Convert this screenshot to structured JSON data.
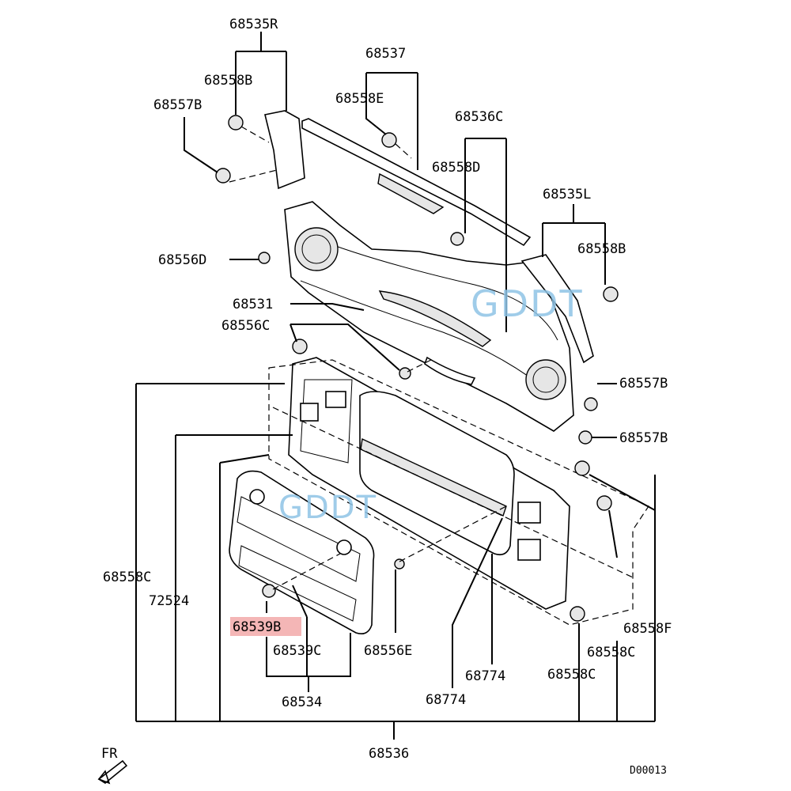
{
  "labels": {
    "p68535R": "68535R",
    "p68537": "68537",
    "p68558B_top": "68558B",
    "p68558E": "68558E",
    "p68557B_top": "68557B",
    "p68536C": "68536C",
    "p68558D": "68558D",
    "p68535L": "68535L",
    "p68558B_right": "68558B",
    "p68556D": "68556D",
    "p68531": "68531",
    "p68556C": "68556C",
    "p68557B_r1": "68557B",
    "p68557B_r2": "68557B",
    "p68558C_left": "68558C",
    "p72524": "72524",
    "p68558F": "68558F",
    "p68558C_r1": "68558C",
    "p68558C_r2": "68558C",
    "p68539B": "68539B",
    "p68539C": "68539C",
    "p68556E": "68556E",
    "p68774_a": "68774",
    "p68774_b": "68774",
    "p68534": "68534",
    "p68536": "68536",
    "fr": "FR",
    "code": "D00013"
  },
  "watermarks": {
    "top": "GDDT",
    "bottom": "GDDT"
  },
  "highlight_color": "#f4b6b6",
  "watermark_color": "#8fc4e6"
}
